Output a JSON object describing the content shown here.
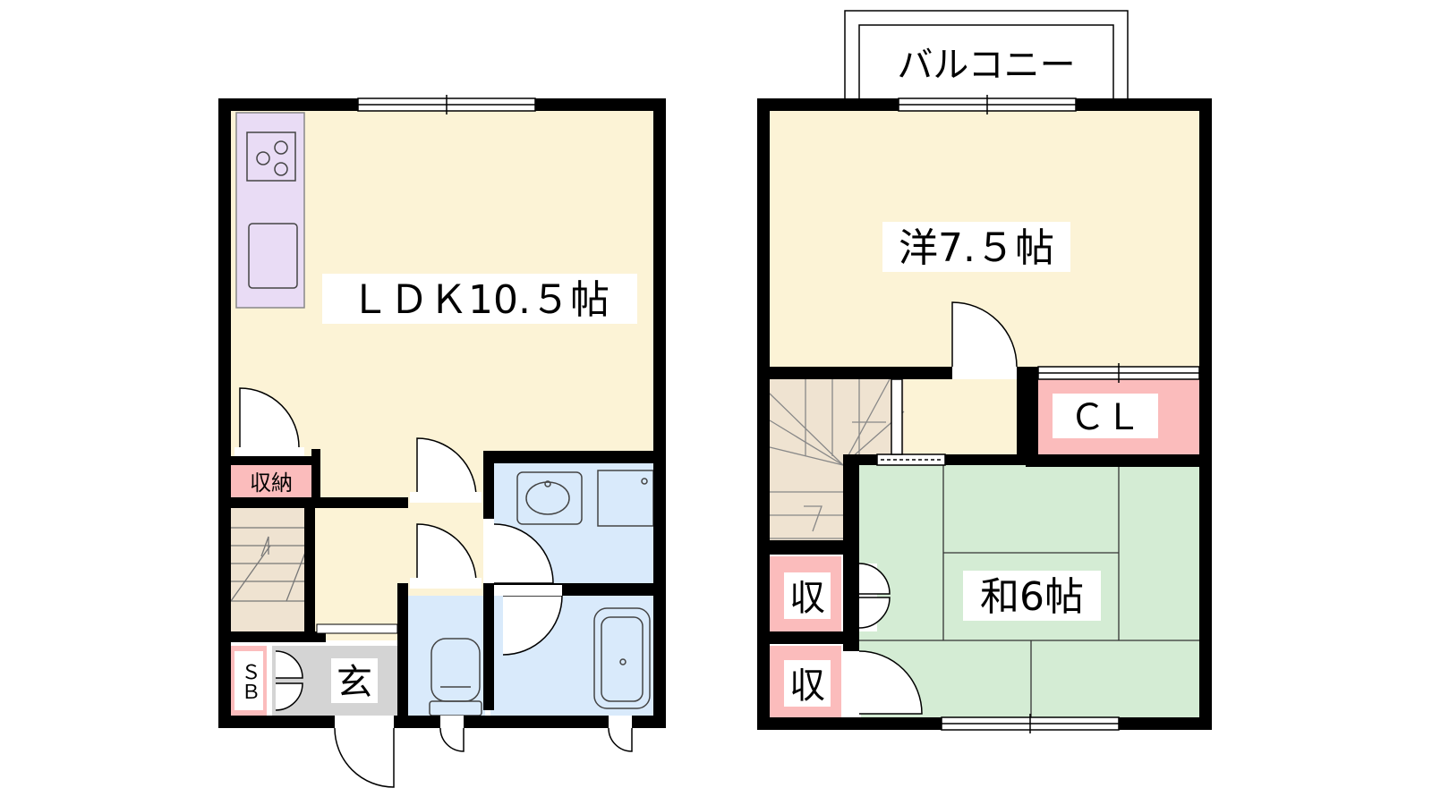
{
  "floor1": {
    "ldk": "ＬＤＫ10.５帖",
    "storage": "収納",
    "entrance": "玄",
    "shoe_box": "ＳＢ"
  },
  "floor2": {
    "balcony": "バルコニー",
    "western_room": "洋7.５帖",
    "closet": "ＣＬ",
    "japanese_room": "和6帖",
    "storage_1": "収",
    "storage_2": "収"
  },
  "colors": {
    "wall": "#000000",
    "living_floor": "#fcf3d6",
    "wet_area": "#d9eafb",
    "tatami": "#d4ecd4",
    "storage": "#fbbcbc",
    "kitchen": "#e9dcf5",
    "stairs": "#efe3d1",
    "entrance": "#d4d4d4"
  }
}
